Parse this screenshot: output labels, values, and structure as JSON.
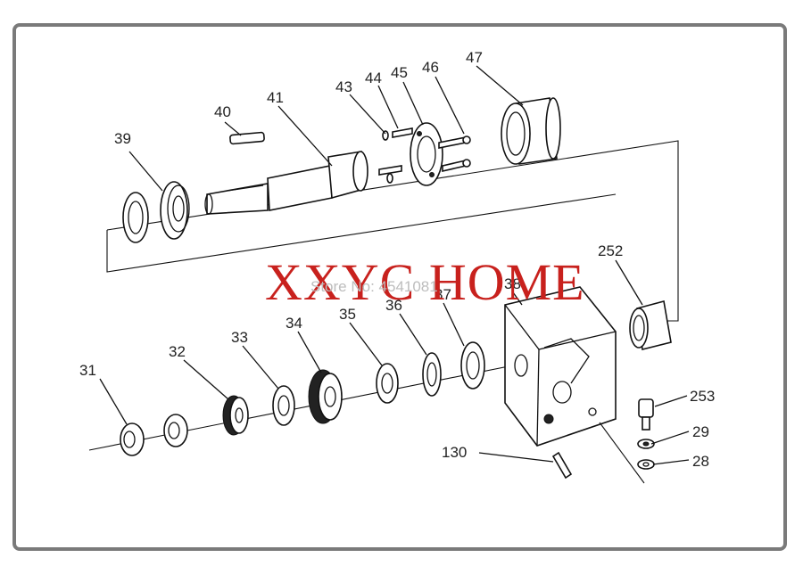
{
  "watermark": {
    "brand": "XXYC HOME",
    "store": "Store No: 4541081"
  },
  "part_labels": {
    "p39": "39",
    "p40": "40",
    "p41": "41",
    "p43": "43",
    "p44": "44",
    "p45": "45",
    "p46": "46",
    "p47": "47",
    "p252": "252",
    "p38": "38",
    "p37": "37",
    "p36": "36",
    "p35": "35",
    "p34": "34",
    "p33": "33",
    "p32": "32",
    "p31": "31",
    "p253": "253",
    "p29": "29",
    "p28": "28",
    "p130": "130"
  }
}
